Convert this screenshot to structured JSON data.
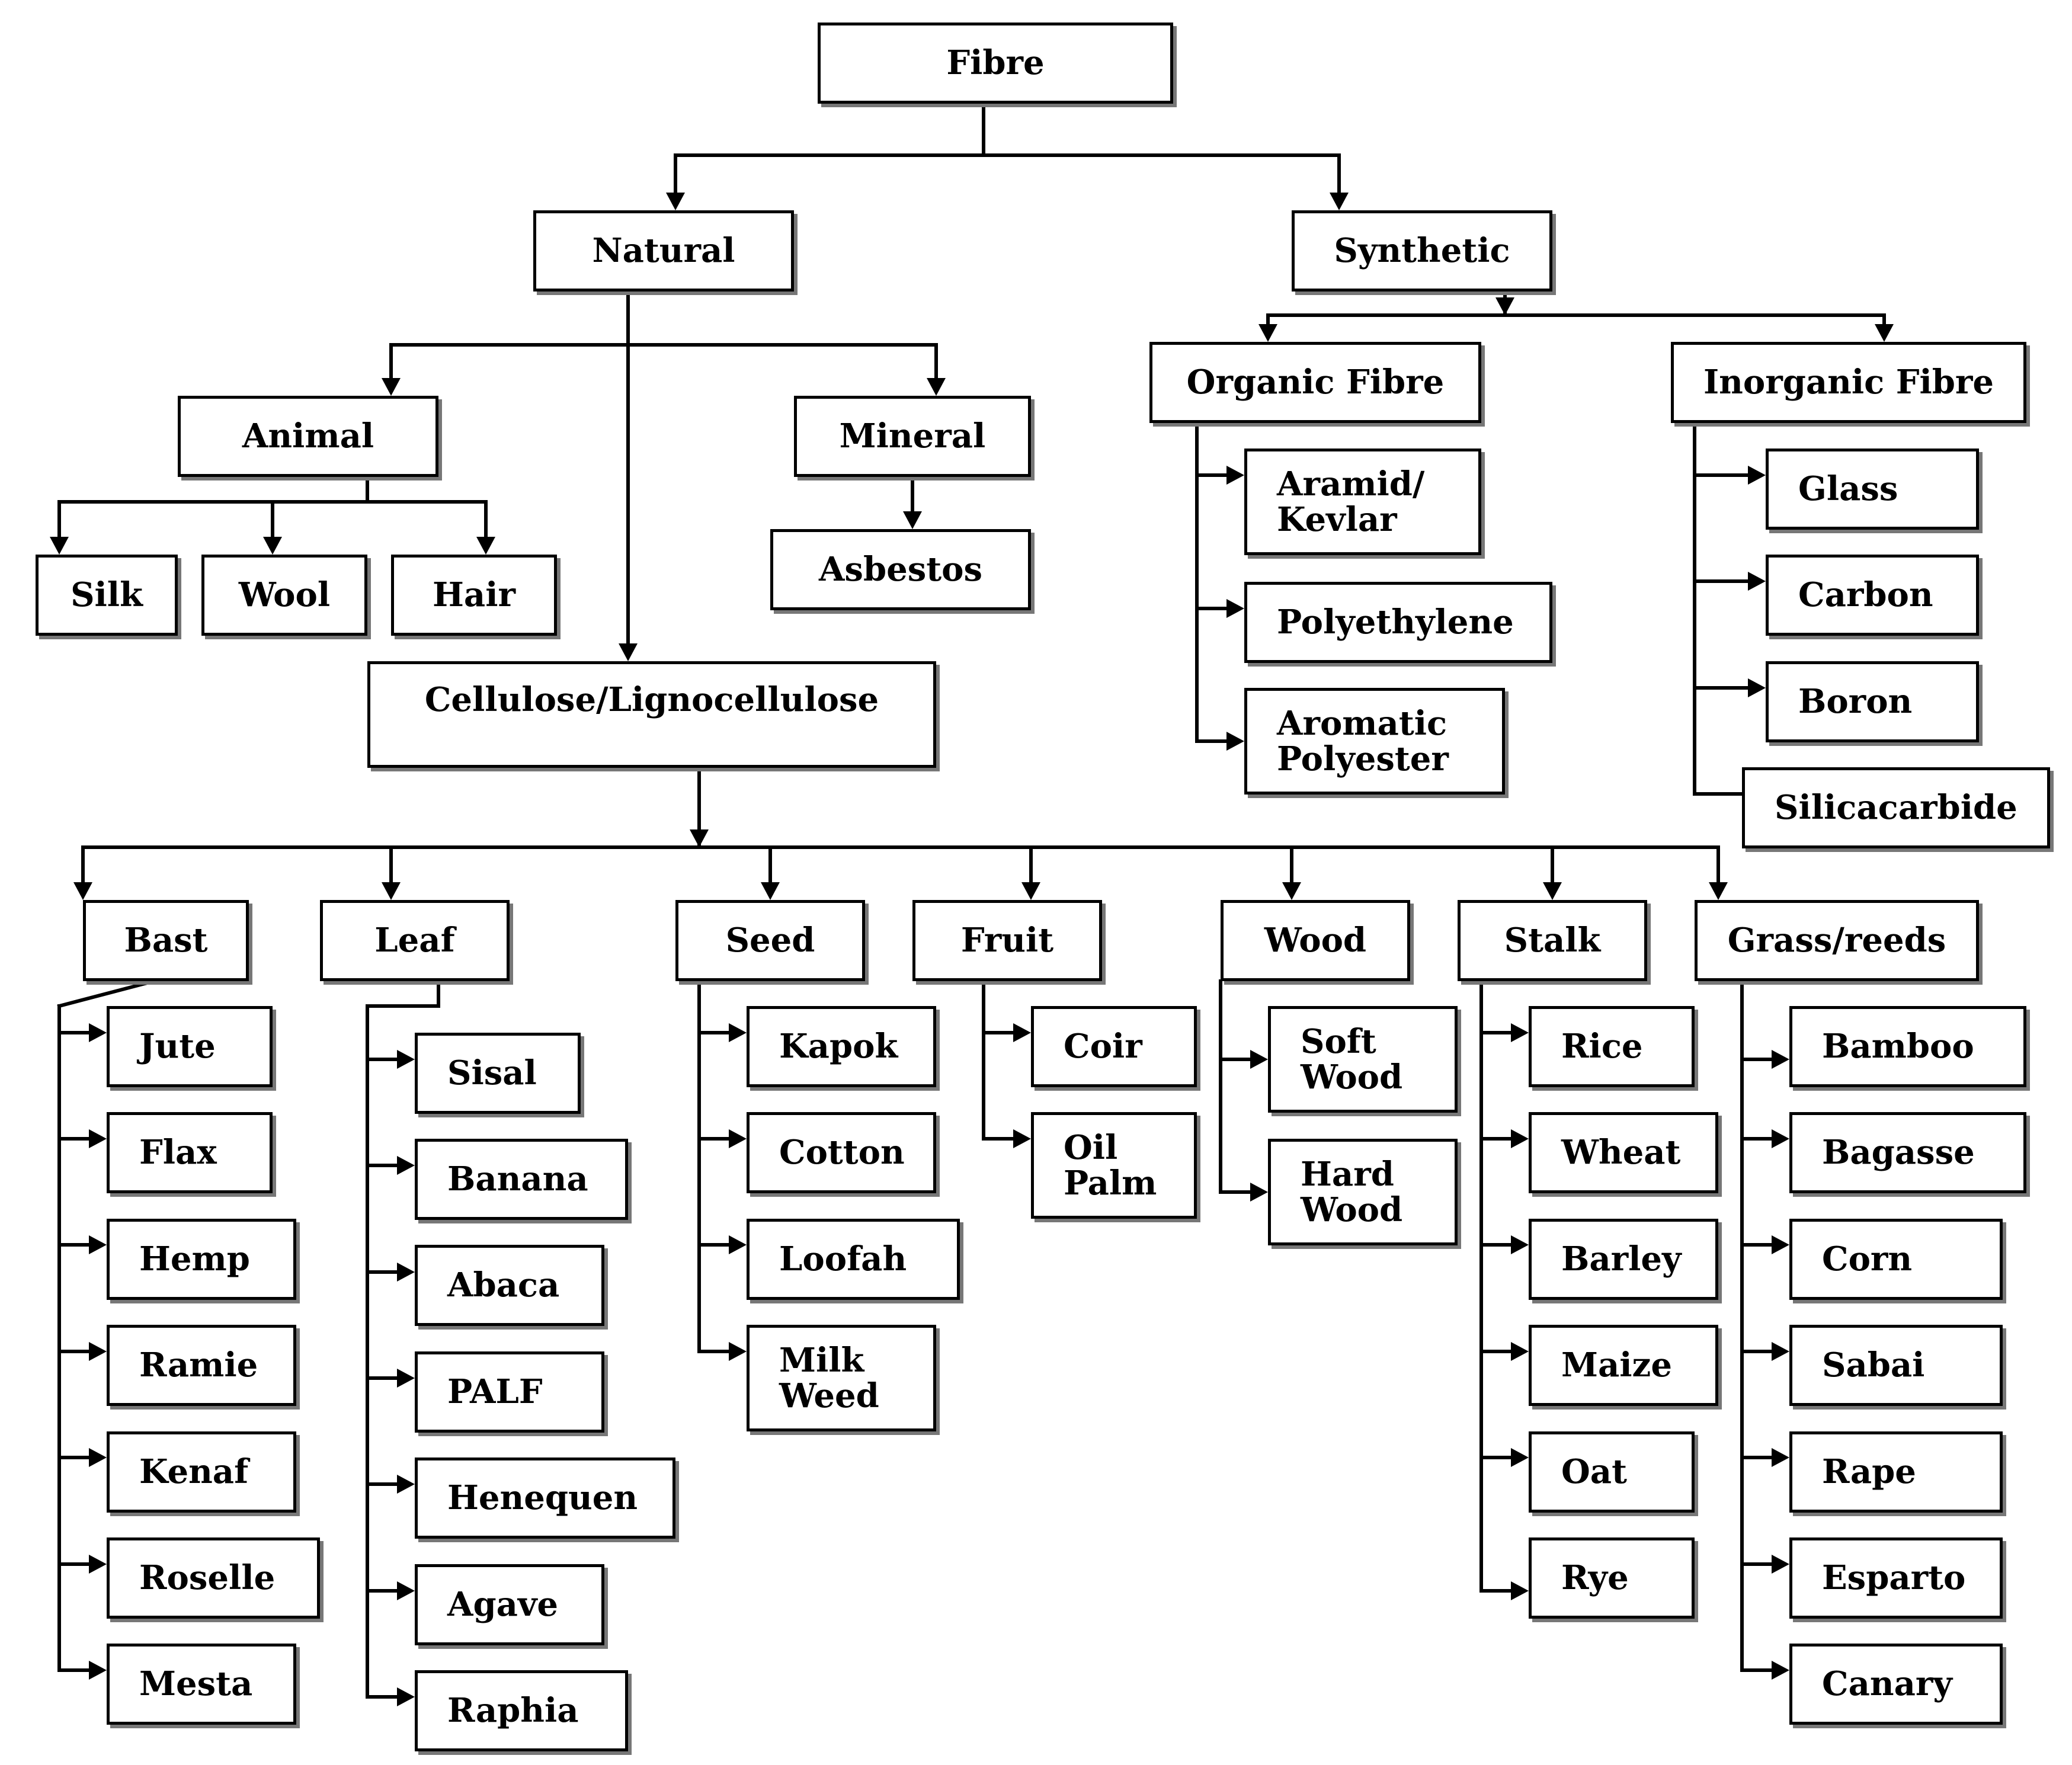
{
  "root": "Fibre",
  "natural": {
    "label": "Natural",
    "animal": {
      "label": "Animal",
      "items": [
        "Silk",
        "Wool",
        "Hair"
      ]
    },
    "mineral": {
      "label": "Mineral",
      "items": [
        "Asbestos"
      ]
    },
    "cellulose": {
      "label": "Cellulose/Lignocellulose",
      "bast": {
        "label": "Bast",
        "items": [
          "Jute",
          "Flax",
          "Hemp",
          "Ramie",
          "Kenaf",
          "Roselle",
          "Mesta"
        ]
      },
      "leaf": {
        "label": "Leaf",
        "items": [
          "Sisal",
          "Banana",
          "Abaca",
          "PALF",
          "Henequen",
          "Agave",
          "Raphia"
        ]
      },
      "seed": {
        "label": "Seed",
        "items": [
          "Kapok",
          "Cotton",
          "Loofah",
          "Milk\nWeed"
        ]
      },
      "fruit": {
        "label": "Fruit",
        "items": [
          "Coir",
          "Oil\nPalm"
        ]
      },
      "wood": {
        "label": "Wood",
        "items": [
          "Soft\nWood",
          "Hard\nWood"
        ]
      },
      "stalk": {
        "label": "Stalk",
        "items": [
          "Rice",
          "Wheat",
          "Barley",
          "Maize",
          "Oat",
          "Rye"
        ]
      },
      "grass": {
        "label": "Grass/reeds",
        "items": [
          "Bamboo",
          "Bagasse",
          "Corn",
          "Sabai",
          "Rape",
          "Esparto",
          "Canary"
        ]
      }
    }
  },
  "synthetic": {
    "label": "Synthetic",
    "organic": {
      "label": "Organic Fibre",
      "items": [
        "Aramid/\nKevlar",
        "Polyethylene",
        "Aromatic\nPolyester"
      ]
    },
    "inorganic": {
      "label": "Inorganic Fibre",
      "items": [
        "Glass",
        "Carbon",
        "Boron",
        "Silicacarbide"
      ]
    }
  }
}
